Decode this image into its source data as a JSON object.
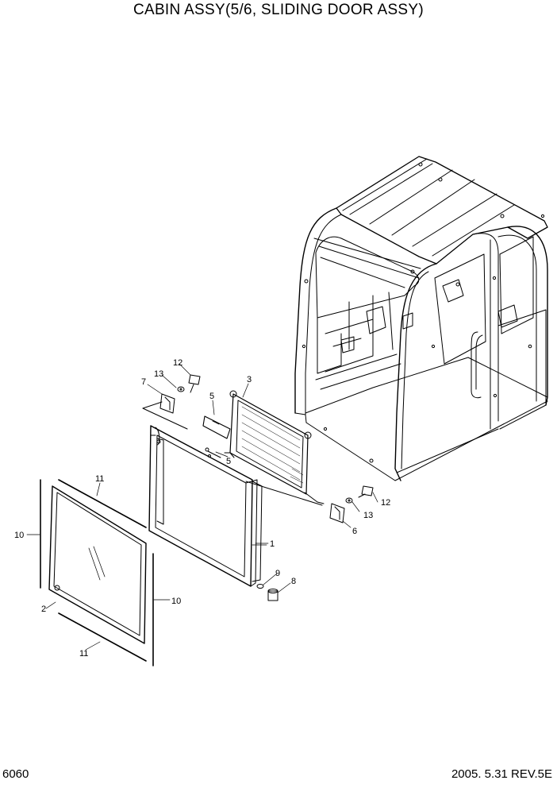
{
  "title": "CABIN ASSY(5/6, SLIDING DOOR ASSY)",
  "page_number": "6060",
  "revision": "2005.  5.31  REV.5E",
  "callouts": {
    "c1": "1",
    "c2": "2",
    "c3": "3",
    "c5a": "5",
    "c5b": "5",
    "c6": "6",
    "c7": "7",
    "c8": "8",
    "c9": "9",
    "c10a": "10",
    "c10b": "10",
    "c11a": "11",
    "c11b": "11",
    "c12a": "12",
    "c12b": "12",
    "c13a": "13",
    "c13b": "13"
  }
}
